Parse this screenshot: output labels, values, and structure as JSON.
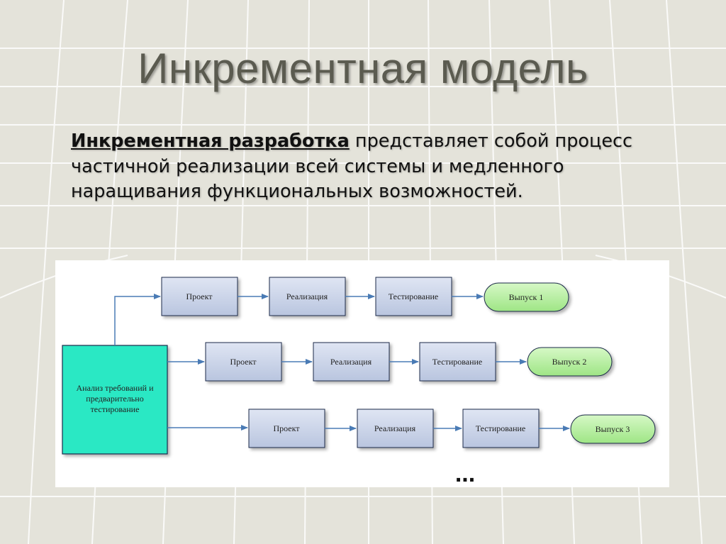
{
  "slide": {
    "title": "Инкрементная модель",
    "paragraph_term": "Инкрементная разработка",
    "paragraph_rest": " представляет собой процесс частичной реализации всей системы и медленного наращивания функциональных возможностей."
  },
  "diagram": {
    "analysis_lines": [
      "Анализ требований и",
      "предварительно",
      "тестирование"
    ],
    "rows": [
      {
        "design": "Проект",
        "implementation": "Реализация",
        "testing": "Тестирование",
        "release": "Выпуск 1"
      },
      {
        "design": "Проект",
        "implementation": "Реализация",
        "testing": "Тестирование",
        "release": "Выпуск 2"
      },
      {
        "design": "Проект",
        "implementation": "Реализация",
        "testing": "Тестирование",
        "release": "Выпуск 3"
      }
    ],
    "ellipsis": "..."
  },
  "colors": {
    "background": "#e4e3da",
    "process_box": "#c9d3e8",
    "analysis_box": "#29e8c4",
    "release_pill": "#b7f0a0",
    "arrow": "#4a7bb5"
  }
}
